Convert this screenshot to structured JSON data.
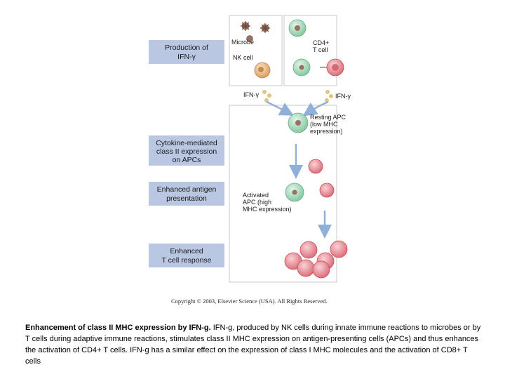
{
  "steps": [
    {
      "line1": "Production of",
      "line2": "IFN-γ",
      "line3": ""
    },
    {
      "line1": "Cytokine-mediated",
      "line2": "class II expression",
      "line3": "on APCs"
    },
    {
      "line1": "Enhanced antigen",
      "line2": "presentation",
      "line3": ""
    },
    {
      "line1": "Enhanced",
      "line2": "T cell response",
      "line3": ""
    }
  ],
  "labels": {
    "microbe": "Microbe",
    "nk_cell": "NK cell",
    "cd4_line1": "CD4+",
    "cd4_line2": "T cell",
    "ifn_left": "IFN-γ",
    "ifn_right": "IFN-γ",
    "resting_line1": "Resting APC",
    "resting_line2": "(low MHC",
    "resting_line3": "expression)",
    "activated_line1": "Activated",
    "activated_line2": "APC (high",
    "activated_line3": "MHC expression)"
  },
  "copyright": "Copyright © 2003, Elsevier Science (USA). All Rights Reserved.",
  "caption": {
    "title": "Enhancement of class II MHC expression by IFN-g.",
    "body": " IFN-g, produced by NK cells during innate immune reactions to microbes or by T cells during adaptive immune reactions, stimulates class II MHC expression on antigen-presenting cells (APCs) and thus enhances the activation of CD4+ T cells. IFN-g has a similar effect on the expression of class I MHC molecules and the activation of CD8+ T cells"
  },
  "colors": {
    "step_box": "#b9c7e2",
    "panel_border": "#c8c8c8",
    "nk_cell": "#e6b47c",
    "t_cell": "#e88a93",
    "apc": "#a9dcc0",
    "arrow": "#8fb0d8",
    "microbe": "#9c7060"
  }
}
